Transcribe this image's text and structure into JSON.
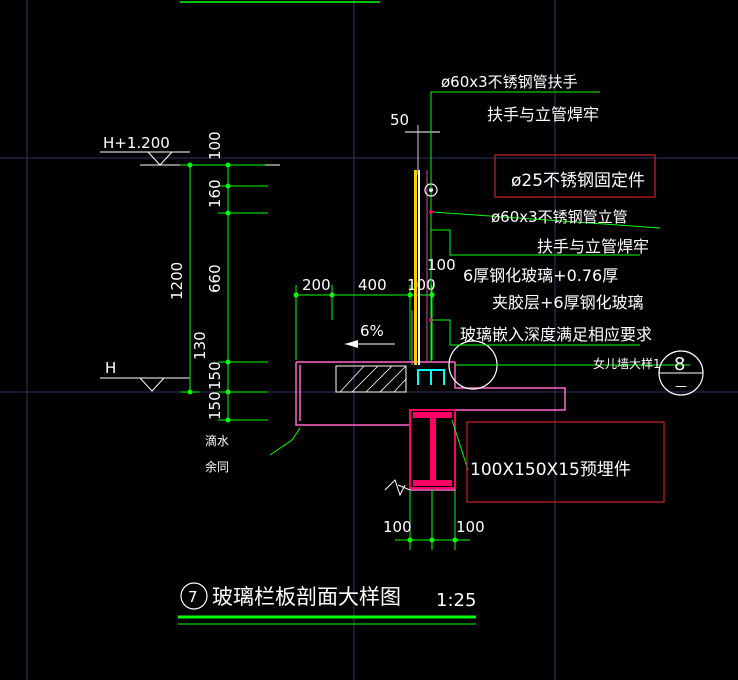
{
  "labels": {
    "level_top": "H+1.200",
    "level_base": "H",
    "handrail": "ø60x3不锈钢管扶手",
    "dim_50": "50",
    "weld_1": "扶手与立管焊牢",
    "fixing": "ø25不锈钢固定件",
    "post": "ø60x3不锈钢管立管",
    "weld_2": "扶手与立管焊牢",
    "dim_100_post": "100",
    "glass_1": "6厚钢化玻璃+0.76厚",
    "glass_2": "夹胶层+6厚钢化玻璃",
    "embed_note": "玻璃嵌入深度满足相应要求",
    "parapet_ref": "女儿墙大样1",
    "ref_num": "8",
    "ref_sub": "—",
    "embed_plate": "100X150X15预埋件",
    "drip": "滴水",
    "same": "余同",
    "slope": "6%",
    "dim_200": "200",
    "dim_400": "400",
    "dim_100_top": "100",
    "dim_bot_left": "100",
    "dim_bot_right": "100",
    "title_num": "7",
    "title": "玻璃栏板剖面大样图",
    "scale": "1:25"
  },
  "vertical_dims": [
    "100",
    "160",
    "660",
    "130",
    "150",
    "150"
  ],
  "total_dim": "1200",
  "colors": {
    "background": "#000000",
    "dimension": "#00ff00",
    "outline": "#ff66cc",
    "hatch": "#ffffff",
    "post": "#ffcc00",
    "steel": "#ff0066",
    "callout_box": "#cc2222",
    "leader": "#00cc00",
    "level_line": "#0000cc",
    "grid": "#333366",
    "rail_cyan": "#00ffff"
  }
}
